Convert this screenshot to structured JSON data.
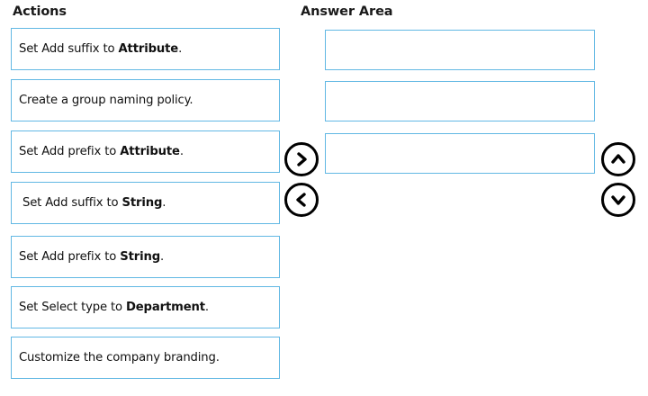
{
  "headings": {
    "actions": "Actions",
    "answer_area": "Answer Area"
  },
  "colors": {
    "box_border": "#62b8e4",
    "button_stroke": "#000000",
    "text": "#111111",
    "background": "#ffffff"
  },
  "actions": {
    "items": [
      {
        "prefix": "Set Add suffix to ",
        "bold": "Attribute",
        "suffix": "."
      },
      {
        "prefix": "Create a group naming policy.",
        "bold": "",
        "suffix": ""
      },
      {
        "prefix": "Set Add prefix to ",
        "bold": "Attribute",
        "suffix": "."
      },
      {
        "prefix": "Set Add suffix to ",
        "bold": "String",
        "suffix": "."
      },
      {
        "prefix": "Set Add prefix to ",
        "bold": "String",
        "suffix": "."
      },
      {
        "prefix": "Set Select type to ",
        "bold": "Department",
        "suffix": "."
      },
      {
        "prefix": "Customize the company branding.",
        "bold": "",
        "suffix": ""
      }
    ]
  },
  "answer_area": {
    "slots": [
      {
        "value": ""
      },
      {
        "value": ""
      },
      {
        "value": ""
      }
    ]
  },
  "buttons": [
    {
      "name": "move-right-button",
      "icon": "chevron-right-icon"
    },
    {
      "name": "move-left-button",
      "icon": "chevron-left-icon"
    },
    {
      "name": "move-up-button",
      "icon": "chevron-up-icon"
    },
    {
      "name": "move-down-button",
      "icon": "chevron-down-icon"
    }
  ]
}
